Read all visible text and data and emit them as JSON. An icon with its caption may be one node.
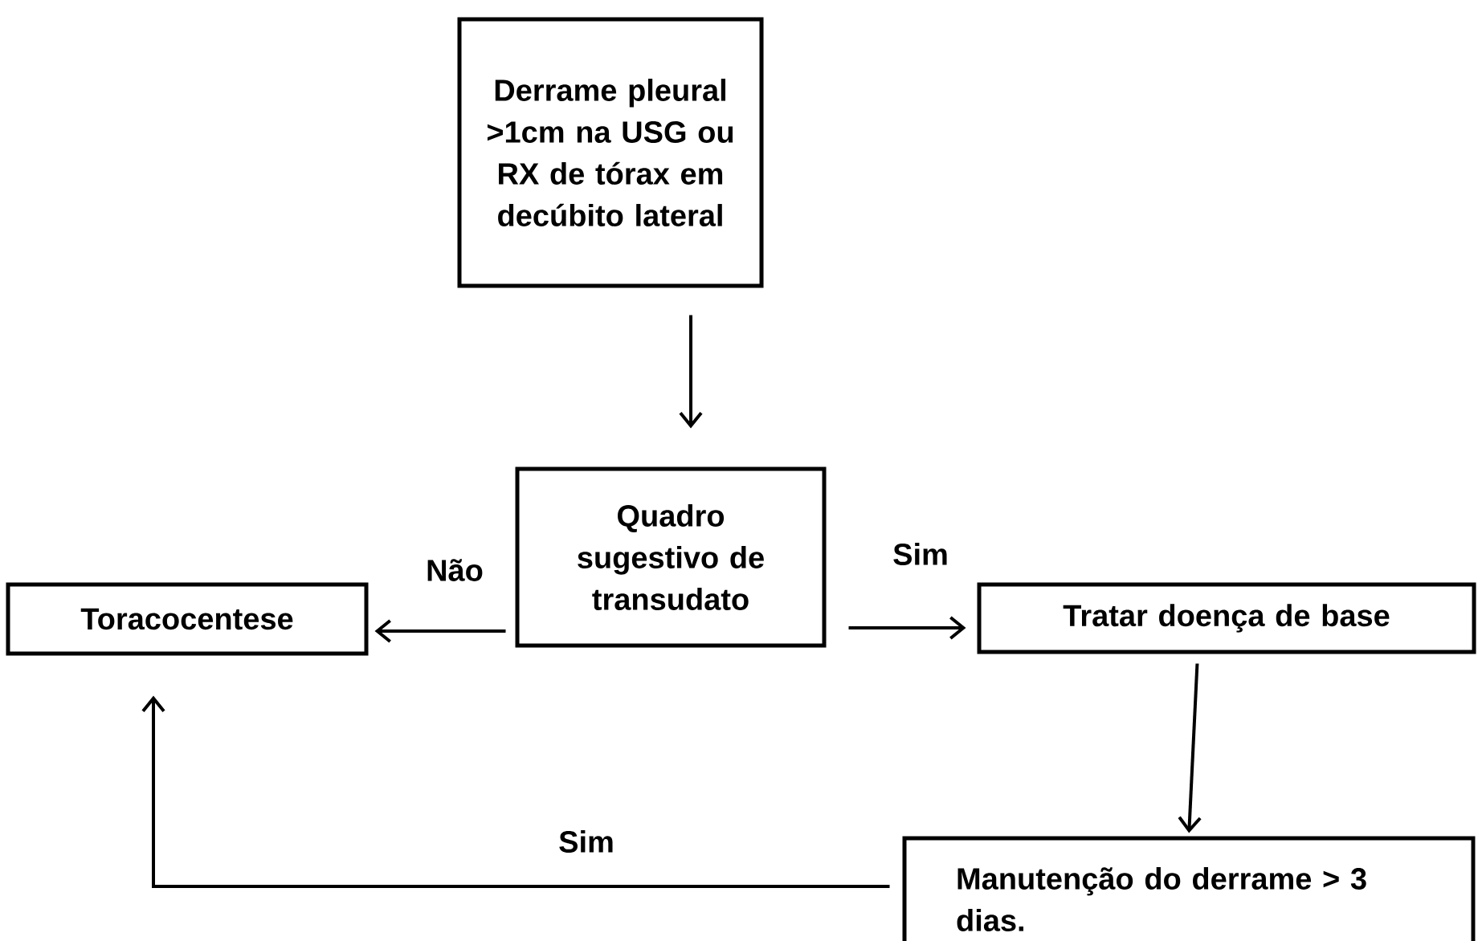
{
  "diagram": {
    "nodes": [
      {
        "text": [
          "Derrame pleural >1cm na USG ou RX de tórax em decúbito lateral"
        ]
      },
      {
        "text": [
          "Quadro sugestivo de transudato"
        ]
      },
      {
        "text": [
          "Toracocentese"
        ]
      },
      {
        "text": [
          "Tratar doença de base"
        ]
      },
      {
        "text": [
          "Manutenção do derrame > 3 dias."
        ]
      }
    ],
    "edges": [
      {
        "from": 0,
        "to": 1,
        "arrow": "to"
      },
      {
        "from": 1,
        "to": 2,
        "arrow": "to",
        "label": "Não"
      },
      {
        "from": 1,
        "to": 3,
        "arrow": "to",
        "label": "Sim"
      },
      {
        "from": 3,
        "to": 4,
        "arrow": "to"
      },
      {
        "from": 4,
        "to": 2,
        "arrow": "to",
        "label": "Sim"
      }
    ]
  }
}
